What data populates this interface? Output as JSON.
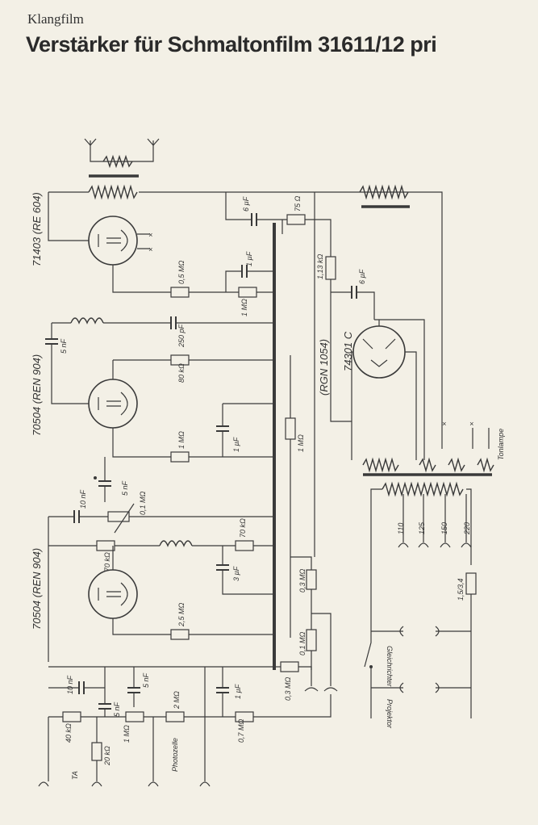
{
  "header": {
    "brand": "Klangfilm",
    "title": "Verstärker für Schmaltonfilm 31611/12 pri"
  },
  "tubes": {
    "output": "71403 (RE 604)",
    "middle": "70504 (REN 904)",
    "input": "70504 (REN 904)",
    "rectifier": "74301 C",
    "regulator": "(RGN 1054)"
  },
  "components": {
    "c_6uf": "6 µF",
    "r_75": "75 Ω",
    "r_05m": "0,5 MΩ",
    "c_1uf_a": "1 µF",
    "r_1m_a": "1 MΩ",
    "r_113k": "1,13 kΩ",
    "c_6uf_b": "6 µF",
    "c_5nf_a": "5 nF",
    "c_250pf": "250 pF",
    "r_80k": "80 kΩ",
    "r_1m_b": "1 MΩ",
    "c_1uf_b": "1 µF",
    "r_1m_c": "1 MΩ",
    "c_5nf_b": "5 nF",
    "c_10nf": "10 nF",
    "r_01m_pot": "0,1 MΩ",
    "r_70k_a": "70 kΩ",
    "r_70k_b": "70 kΩ",
    "c_3uf": "3 µF",
    "r_03m_a": "0,3 MΩ",
    "r_25m": "2,5 MΩ",
    "r_01m": "0,1 MΩ",
    "r_03m_b": "0,3 MΩ",
    "c_10nf_b": "10 nF",
    "c_5nf_c": "5 nF",
    "c_5nf_d": "5 nF",
    "r_40k": "40 kΩ",
    "r_1m_d": "1 MΩ",
    "r_2m": "2 MΩ",
    "c_1uf_c": "1 µF",
    "r_07m": "0,7 MΩ",
    "r_20k": "20 kΩ",
    "fuse": "1,5/3,4"
  },
  "taps": [
    "110",
    "125",
    "150",
    "220"
  ],
  "terminals": {
    "ta": "TA",
    "photocell": "Photozelle",
    "rectifier_out": "Gleichrichter",
    "projector": "Projektor",
    "sound_lamp": "Tonlampe"
  }
}
